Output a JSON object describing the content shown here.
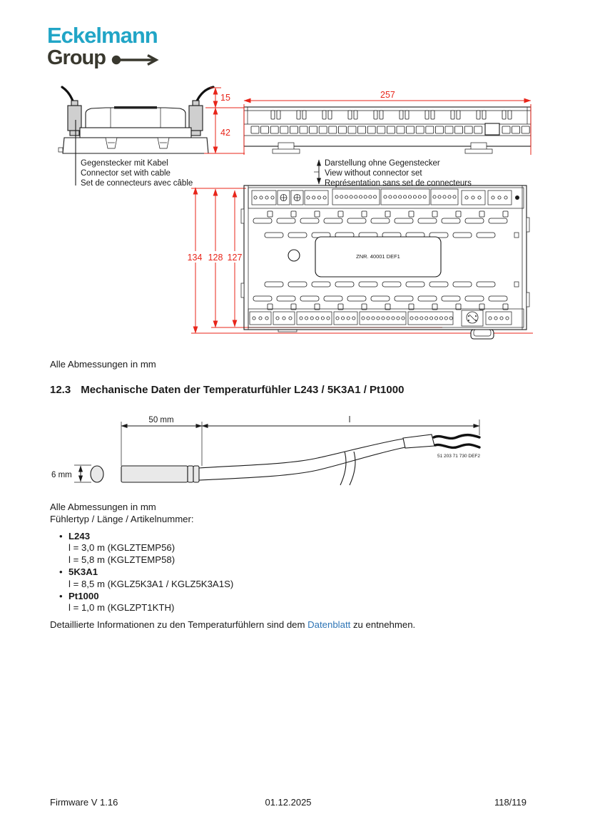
{
  "logo": {
    "brand": "Eckelmann",
    "sub": "Group"
  },
  "colors": {
    "brand_cyan": "#21a5c6",
    "brand_dark": "#39382e",
    "dimension_red": "#e8251a",
    "link_blue": "#2e75b6"
  },
  "figure_top": {
    "dim_15": "15",
    "dim_42": "42",
    "dim_257": "257",
    "connector_labels": [
      "Gegenstecker mit Kabel",
      "Connector set with cable",
      "Set de connecteurs avec câble"
    ],
    "view_labels": [
      "Darstellung ohne Gegenstecker",
      "View without connector set",
      "Représentation sans set de connecteurs"
    ]
  },
  "figure_front": {
    "dim_134": "134",
    "dim_128": "128",
    "dim_127": "127",
    "plate": "ZNR. 40001 DEF1"
  },
  "note_dims_top": "Alle Abmessungen in mm",
  "section": {
    "number": "12.3",
    "title": "Mechanische Daten der Temperaturfühler L243 / 5K3A1 / Pt1000"
  },
  "figure_sensor": {
    "dim_50": "50 mm",
    "dim_l": "l",
    "dim_6": "6 mm",
    "drawing_no": "51 203 71 730 DEF2"
  },
  "body": {
    "note_dims": "Alle Abmessungen in mm",
    "list_intro": "Fühlertyp / Länge / Artikelnummer:",
    "bullet": "•",
    "sensors": [
      {
        "name": "L243",
        "lines": [
          "l = 3,0 m (KGLZTEMP56)",
          "l = 5,8 m (KGLZTEMP58)"
        ]
      },
      {
        "name": "5K3A1",
        "lines": [
          "l = 8,5 m (KGLZ5K3A1 / KGLZ5K3A1S)"
        ]
      },
      {
        "name": "Pt1000",
        "lines": [
          "l = 1,0 m (KGLZPT1KTH)"
        ]
      }
    ],
    "detail_before": "Detaillierte Informationen zu den Temperaturfühlern sind dem ",
    "detail_link": "Datenblatt",
    "detail_after": " zu entnehmen."
  },
  "footer": {
    "left": "Firmware V 1.16",
    "center": "01.12.2025",
    "right": "118/119"
  }
}
